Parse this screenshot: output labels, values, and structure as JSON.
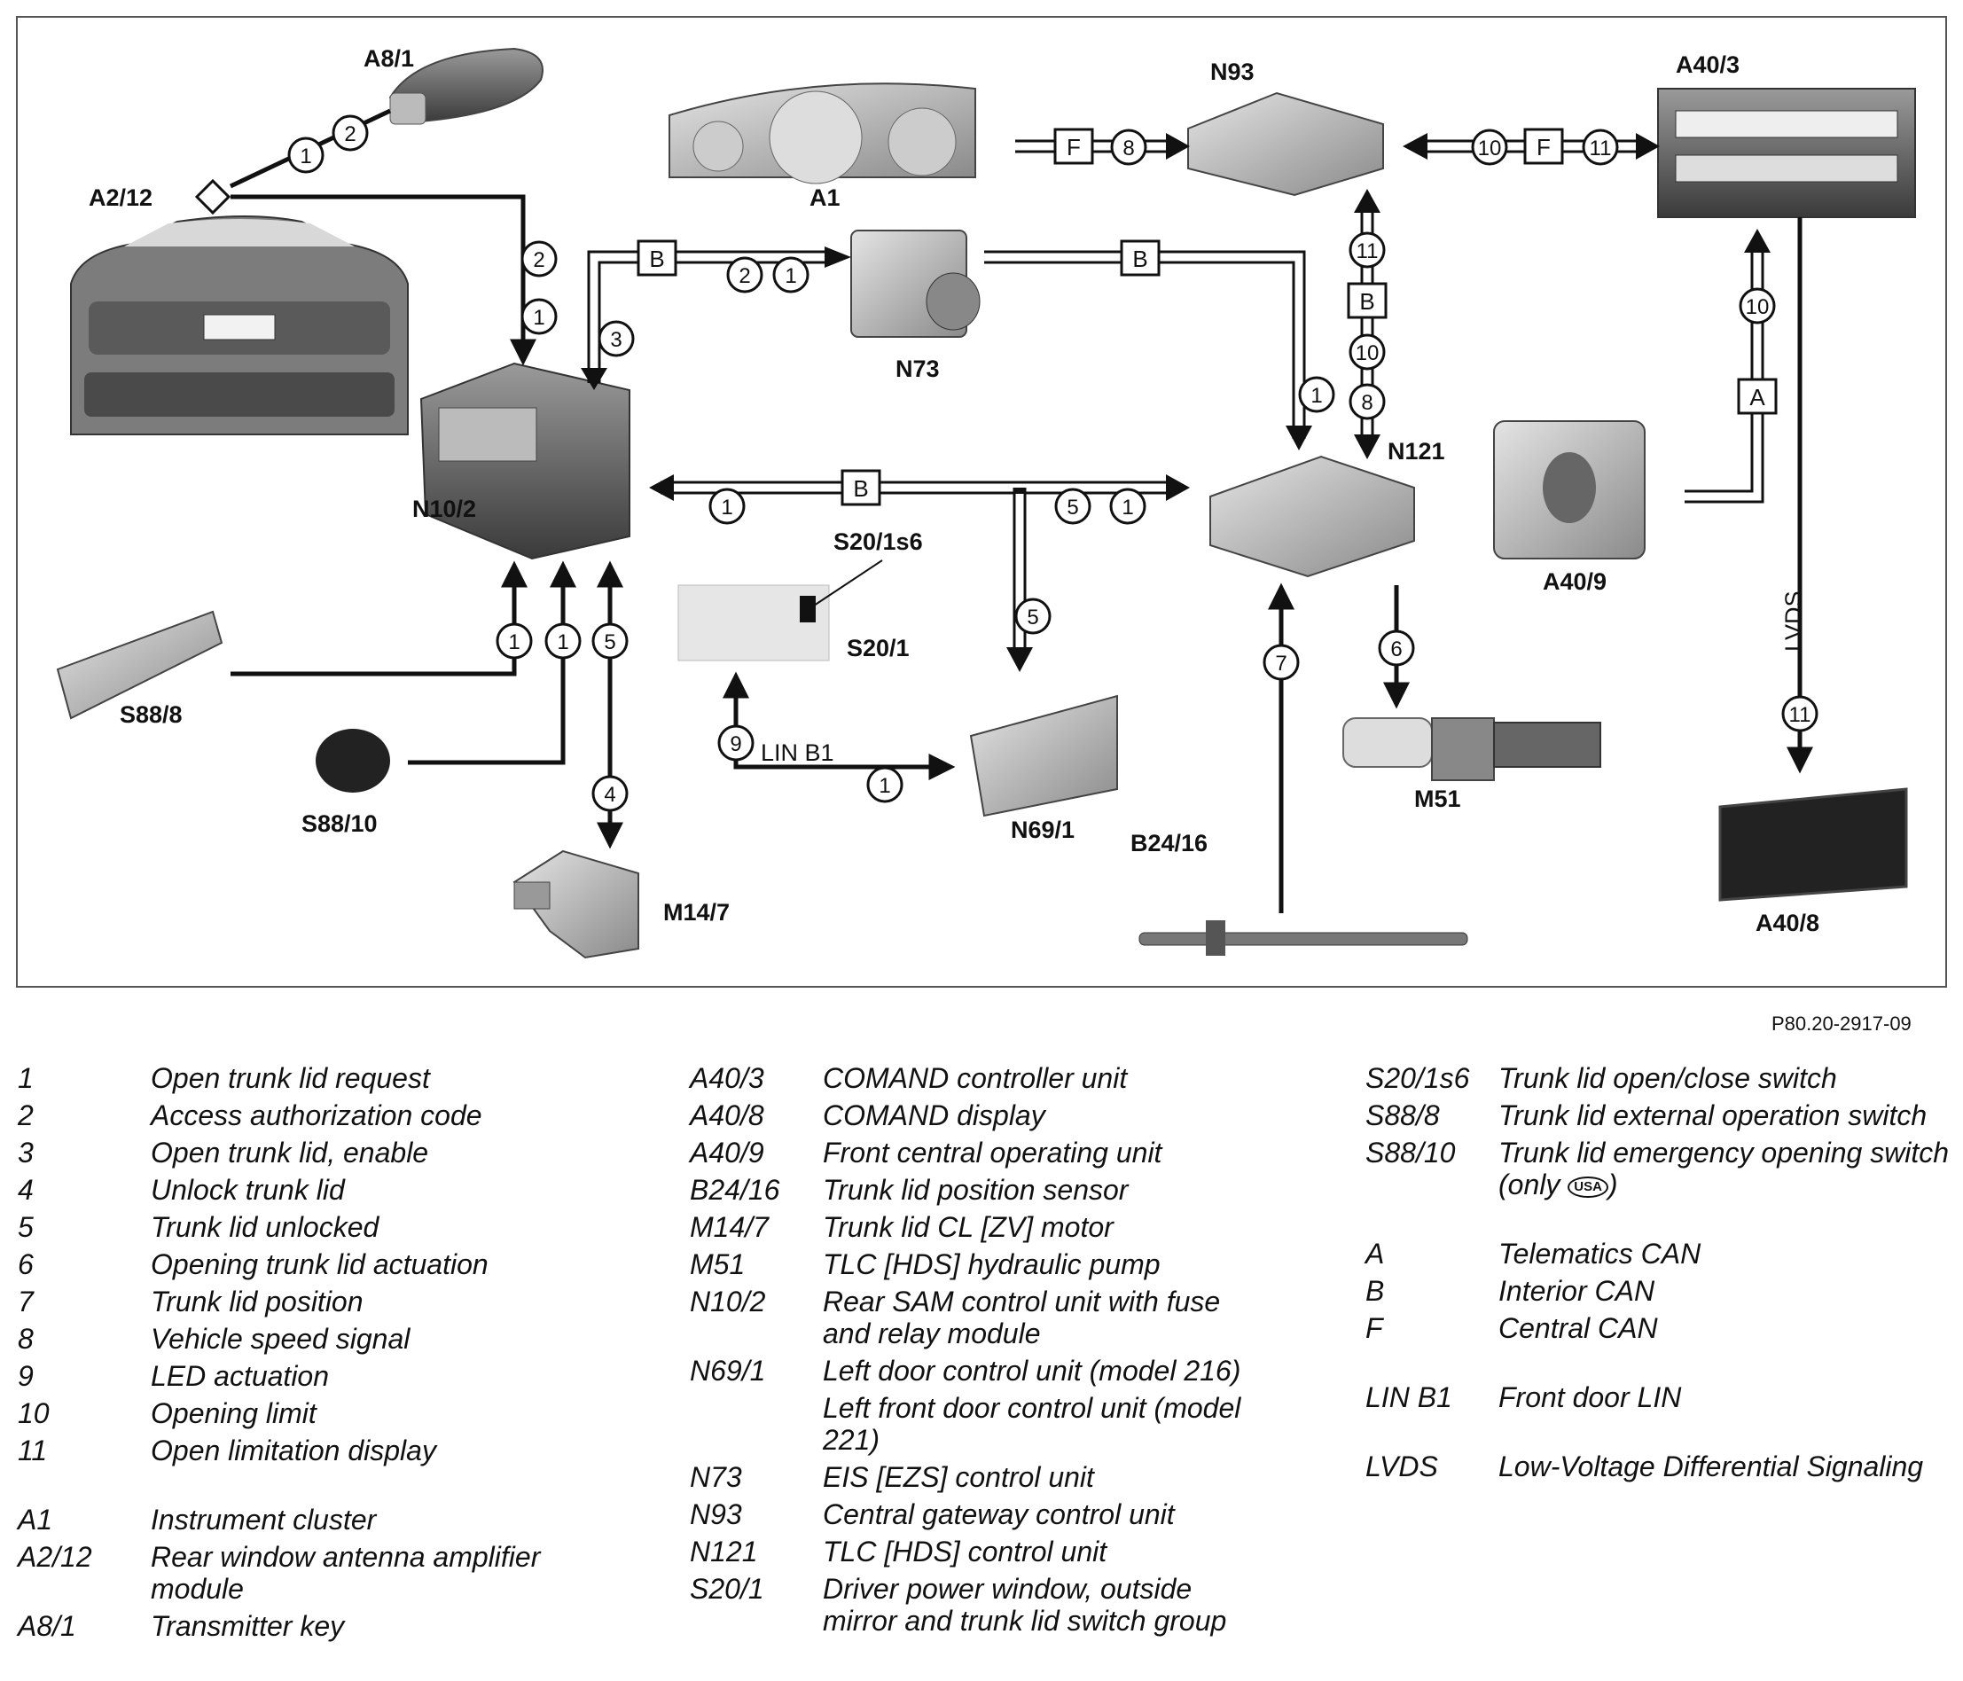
{
  "diagram": {
    "components": {
      "A8_1": "A8/1",
      "A2_12": "A2/12",
      "A1": "A1",
      "N93": "N93",
      "A40_3": "A40/3",
      "N73": "N73",
      "N10_2": "N10/2",
      "N121": "N121",
      "A40_9": "A40/9",
      "S20_1s6": "S20/1s6",
      "S20_1": "S20/1",
      "S88_8": "S88/8",
      "S88_10": "S88/10",
      "M14_7": "M14/7",
      "N69_1": "N69/1",
      "M51": "M51",
      "B24_16": "B24/16",
      "A40_8": "A40/8"
    },
    "bus_tags": {
      "B": "B",
      "F": "F",
      "A": "A"
    },
    "bus_labels": {
      "lin": "LIN B1",
      "lvds": "LVDS"
    },
    "signal_numbers": [
      "1",
      "2",
      "3",
      "4",
      "5",
      "6",
      "7",
      "8",
      "9",
      "10",
      "11"
    ]
  },
  "figure_ref": "P80.20-2917-09",
  "legend": {
    "col1": [
      {
        "key": "1",
        "desc": "Open trunk lid request"
      },
      {
        "key": "2",
        "desc": "Access authorization code"
      },
      {
        "key": "3",
        "desc": "Open trunk lid, enable"
      },
      {
        "key": "4",
        "desc": "Unlock trunk lid"
      },
      {
        "key": "5",
        "desc": "Trunk lid unlocked"
      },
      {
        "key": "6",
        "desc": "Opening trunk lid actuation"
      },
      {
        "key": "7",
        "desc": "Trunk lid position"
      },
      {
        "key": "8",
        "desc": "Vehicle speed signal"
      },
      {
        "key": "9",
        "desc": "LED actuation"
      },
      {
        "key": "10",
        "desc": "Opening limit"
      },
      {
        "key": "11",
        "desc": "Open limitation display"
      },
      {
        "key": "A1",
        "desc": "Instrument cluster"
      },
      {
        "key": "A2/12",
        "desc": "Rear window antenna amplifier module"
      },
      {
        "key": "A8/1",
        "desc": "Transmitter key"
      }
    ],
    "col2": [
      {
        "key": "A40/3",
        "desc": "COMAND controller unit"
      },
      {
        "key": "A40/8",
        "desc": "COMAND display"
      },
      {
        "key": "A40/9",
        "desc": "Front central operating unit"
      },
      {
        "key": "B24/16",
        "desc": "Trunk lid position sensor"
      },
      {
        "key": "M14/7",
        "desc": "Trunk lid CL [ZV] motor"
      },
      {
        "key": "M51",
        "desc": "TLC [HDS] hydraulic pump"
      },
      {
        "key": "N10/2",
        "desc": "Rear SAM control unit with fuse and relay module"
      },
      {
        "key": "N69/1",
        "desc": "Left door control unit (model 216)"
      },
      {
        "key": "",
        "desc": "Left front door control unit (model 221)"
      },
      {
        "key": "N73",
        "desc": "EIS [EZS] control unit"
      },
      {
        "key": "N93",
        "desc": "Central gateway control unit"
      },
      {
        "key": "N121",
        "desc": "TLC [HDS] control unit"
      },
      {
        "key": "S20/1",
        "desc": "Driver power window, outside mirror and trunk lid switch group"
      }
    ],
    "col3": [
      {
        "key": "S20/1s6",
        "desc": "Trunk lid open/close switch"
      },
      {
        "key": "S88/8",
        "desc": "Trunk lid external operation switch"
      },
      {
        "key": "S88/10",
        "desc": "Trunk lid emergency opening switch (only",
        "badge": "USA",
        "tail": ")"
      },
      {
        "key": "A",
        "desc": "Telematics CAN"
      },
      {
        "key": "B",
        "desc": "Interior CAN"
      },
      {
        "key": "F",
        "desc": "Central CAN"
      },
      {
        "key": "LIN B1",
        "desc": "Front door LIN"
      },
      {
        "key": "LVDS",
        "desc": "Low-Voltage Differential Signaling"
      }
    ]
  }
}
